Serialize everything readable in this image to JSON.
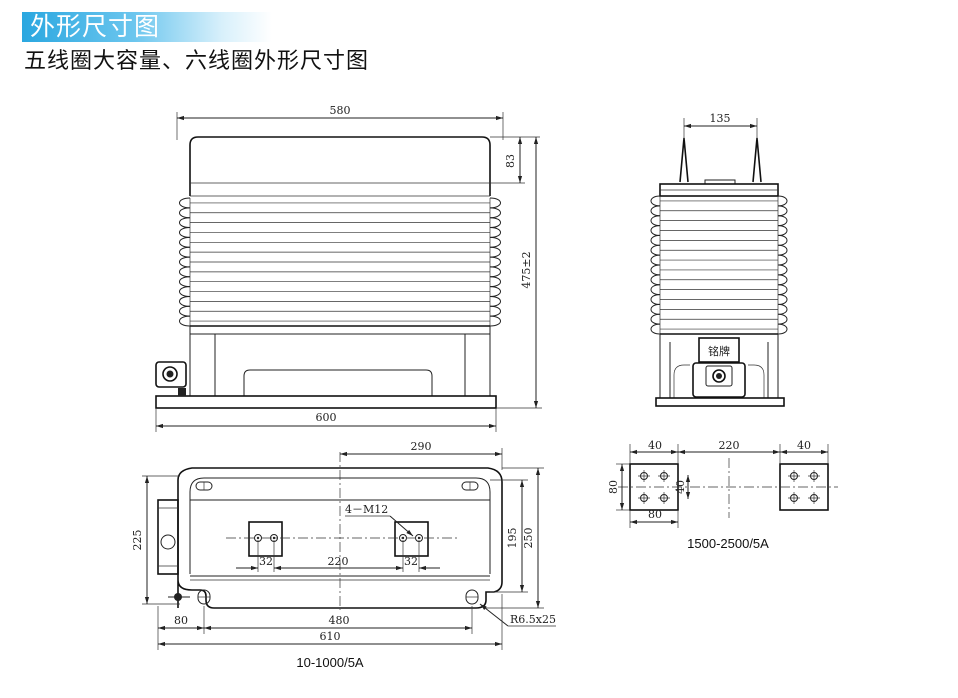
{
  "header": {
    "title": "外形尺寸图",
    "subtitle": "五线圈大容量、六线圈外形尺寸图"
  },
  "front_view": {
    "dim_width_top": "580",
    "dim_height_cap": "83",
    "dim_height_total": "475±2",
    "dim_base_width": "600"
  },
  "side_view": {
    "dim_terminal_spacing": "135",
    "nameplate_label": "铭牌"
  },
  "top_view": {
    "dim_290": "290",
    "dim_thread": "4－M12",
    "dim_32_left": "32",
    "dim_220": "220",
    "dim_32_right": "32",
    "dim_225": "225",
    "dim_195": "195",
    "dim_250": "250",
    "dim_80": "80",
    "dim_480": "480",
    "dim_610": "610",
    "dim_slot": "R6.5x25",
    "caption": "10-1000/5A"
  },
  "terminal_view": {
    "dim_40_left": "40",
    "dim_220": "220",
    "dim_40_right": "40",
    "dim_80_vertical": "80",
    "dim_40_vertical": "40",
    "dim_80_horizontal": "80",
    "caption": "1500-2500/5A"
  },
  "colors": {
    "title_bar": "#2aa7e0",
    "line": "#222222"
  }
}
